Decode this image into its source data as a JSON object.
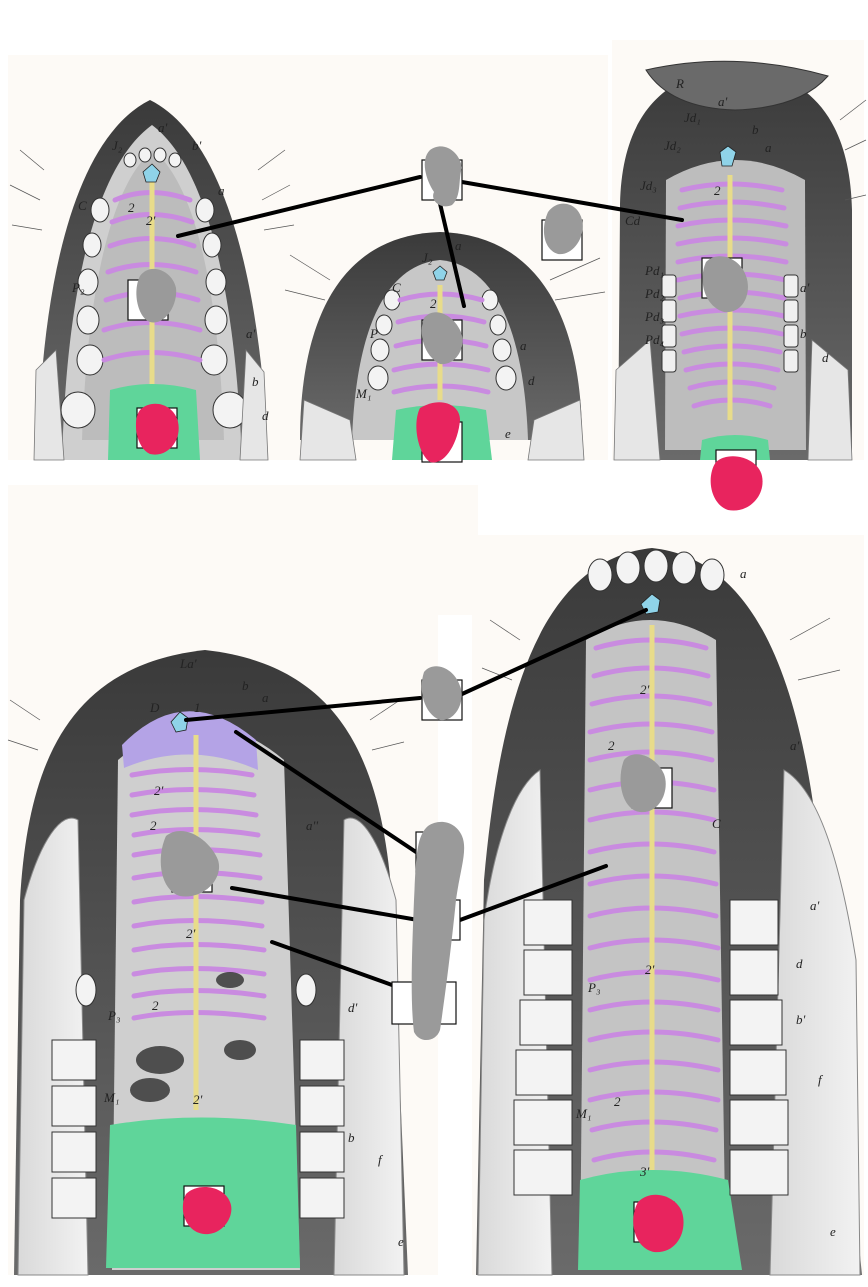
{
  "figure": {
    "labels": {
      "panel1": [
        "J₂",
        "a'",
        "b'",
        "a",
        "C",
        "2",
        "2'",
        "P₂",
        "a'",
        "b",
        "d"
      ],
      "panel2": [
        "J₂",
        "a",
        "C",
        "2",
        "P",
        "M₁",
        "a",
        "d",
        "e"
      ],
      "panel3": [
        "R",
        "a'",
        "Jd₁",
        "Jd₂",
        "Jd₃",
        "b",
        "a",
        "Cd",
        "Pd₁",
        "Pd₂",
        "Pd₃",
        "Pd₄",
        "2",
        "a'",
        "b",
        "d"
      ],
      "panel4": [
        "La'",
        "b",
        "a",
        "D",
        "1",
        "2'",
        "2",
        "2'",
        "2",
        "P₃",
        "M₁",
        "2'",
        "a''",
        "d'",
        "b",
        "f",
        "e"
      ],
      "panel5": [
        "a",
        "a'",
        "2'",
        "2",
        "C",
        "2'",
        "P₃",
        "M₁",
        "2",
        "3'",
        "d",
        "b'",
        "f",
        "e",
        "a'"
      ]
    },
    "colors": {
      "ridge": "#c98be0",
      "raphe": "#e8dc8a",
      "papilla": "#8fd3e8",
      "soft_palate": "#5fd59a",
      "red_mark": "#e8245e",
      "scribble": "#9a9a9a",
      "region_D": "#b4a3e6"
    }
  }
}
